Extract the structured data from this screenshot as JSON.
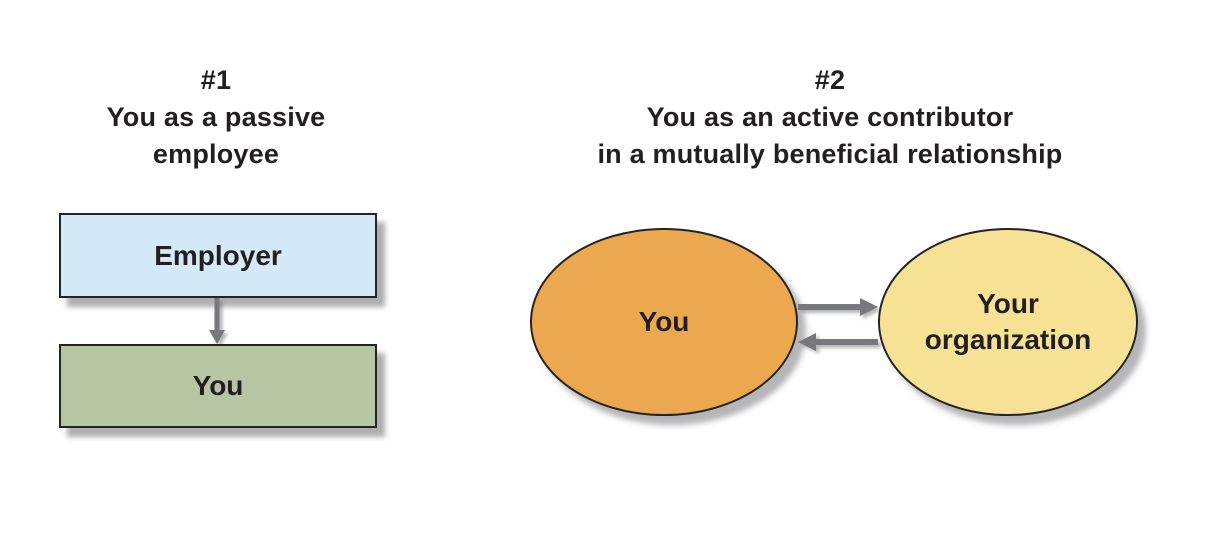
{
  "panel1": {
    "heading": [
      "#1",
      "You as a passive",
      "employee"
    ],
    "employer_box_label": "Employer",
    "you_box_label": "You"
  },
  "panel2": {
    "heading": [
      "#2",
      "You as an active contributor",
      "in a mutually beneficial relationship"
    ],
    "you_ellipse_label": "You",
    "org_ellipse_label": [
      "Your",
      "organization"
    ]
  },
  "icons": {
    "down_arrow": "down-arrow-icon",
    "give_arrow": "right-arrow-icon",
    "receive_arrow": "left-arrow-icon"
  },
  "colors": {
    "background": "#FFFFFF",
    "employer_box_fill": "#D5EAF7",
    "you_box_fill": "#B6C6A3",
    "you_ellipse_fill": "#EBA84E",
    "org_ellipse_fill": "#F7E194",
    "arrow": "#77787B",
    "outline": "#262324",
    "text": "#231F20"
  }
}
